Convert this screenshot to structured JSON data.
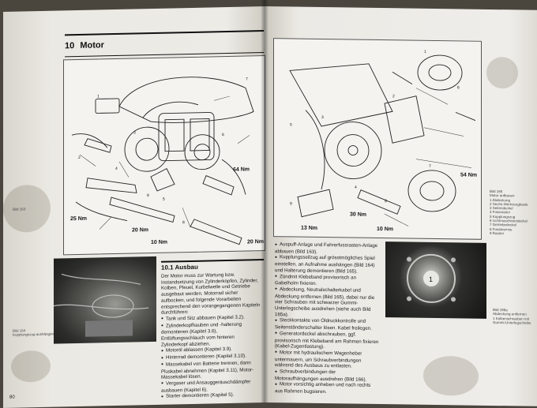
{
  "left_page": {
    "chapter_number": "10",
    "chapter_title": "Motor",
    "page_number": "80",
    "section_number": "10.1",
    "section_title": "Ausbau",
    "figure_labels": {
      "torque_left": "25 Nm",
      "torque_mid": "20 Nm",
      "torque_bottom": "10 Nm",
      "torque_right_top": "64 Nm",
      "torque_right_bottom": "20 Nm"
    },
    "figure_caption": "Bild 163",
    "photo_caption_title": "Bild 164",
    "photo_caption_text": "Kupplungszug aushängen",
    "intro": "Der Motor muss zur Wartung bzw. Instandsetzung von Zylinderköpfen, Zylinder, Kolben, Pleuel, Kurbelwelle und Getriebe ausgebaut werden. Motorrad sicher aufbocken, und folgende Vorarbeiten entsprechend den vorangegangenen Kapiteln durchführen:",
    "steps": [
      "Tank und Sitz abbauen (Kapitel 3.2).",
      "Zylinderkopfhauben und -halterung demontieren (Kapitel 3.6), Entlüftungsschlauch vom hinteren Zylinderkopf abziehen.",
      "Motoröl ablassen (Kapitel 3.9).",
      "Hinterrad demontieren (Kapitel 3.10).",
      "Massekabel von Batterie trennen, dann Pluskabel abnehmen (Kapitel 3.11), Motor-Massekabel lösen.",
      "Vergaser und Ansauggeräuschdämpfer ausbauen (Kapitel 6).",
      "Starter demontieren (Kapitel 5)."
    ]
  },
  "right_page": {
    "figure_labels": {
      "torque_right": "54 Nm",
      "torque_mid": "30 Nm",
      "torque_bottom_left": "13 Nm",
      "torque_bottom_mid": "10 Nm"
    },
    "figure_caption_title": "Bild 165",
    "figure_caption_lines": [
      "Motor aufbauen",
      "1 Abdeckung",
      "2 Sechs-Werkzeugkaste",
      "3 Seitendeckel",
      "4 Fussrasten",
      "5 Kupplungszug",
      "6 Lichtmaschinendeckel",
      "7 Getriebedeckel",
      "8 Fussbremse",
      "9 Rasten"
    ],
    "photo_caption_title": "Bild 166a",
    "photo_caption_lines": [
      "Abdeckung entfernen",
      "1 Kolbenschrauben mit",
      "Gummi-Unterlegscheibe"
    ],
    "steps": [
      "Auspuff-Anlage und Fahrerfussrasten-Anlage abbauen (Bild 163).",
      "Kupplungsseilzug auf grösstmögliches Spiel einstellen, an Aufnahme aushängen (Bild 164) und Halterung demontieren (Bild 165).",
      "Zündmit Klebeband provisorisch an Gabelholm fixieren.",
      "Abdeckung, Neutralschalterkabel und Abdeckung entfernen (Bild 165), dabei nur die vier Schrauben mit schwarzer Gummi-Unterlegscheibe ausdrehen (siehe auch Bild 165a).",
      "Steckkontakte von Öldruckkontrolle und Seitenständerschalter lösen. Kabel freilegen.",
      "Generatordeckel abschrauben, ggf. provisorisch mit Klebeband am Rahmen fixieren (Kabel-Zugentlastung).",
      "Motor mit hydraulischem Wagenheber untermauern, um Schraubverbindungen während des Ausbaus zu entlasten.",
      "Schraubverbindungen der Motoraufhängungen ausdrehen (Bild 166).",
      "Motor vorsichtig anheben und nach rechts aus Rahmen bugsieren."
    ]
  }
}
